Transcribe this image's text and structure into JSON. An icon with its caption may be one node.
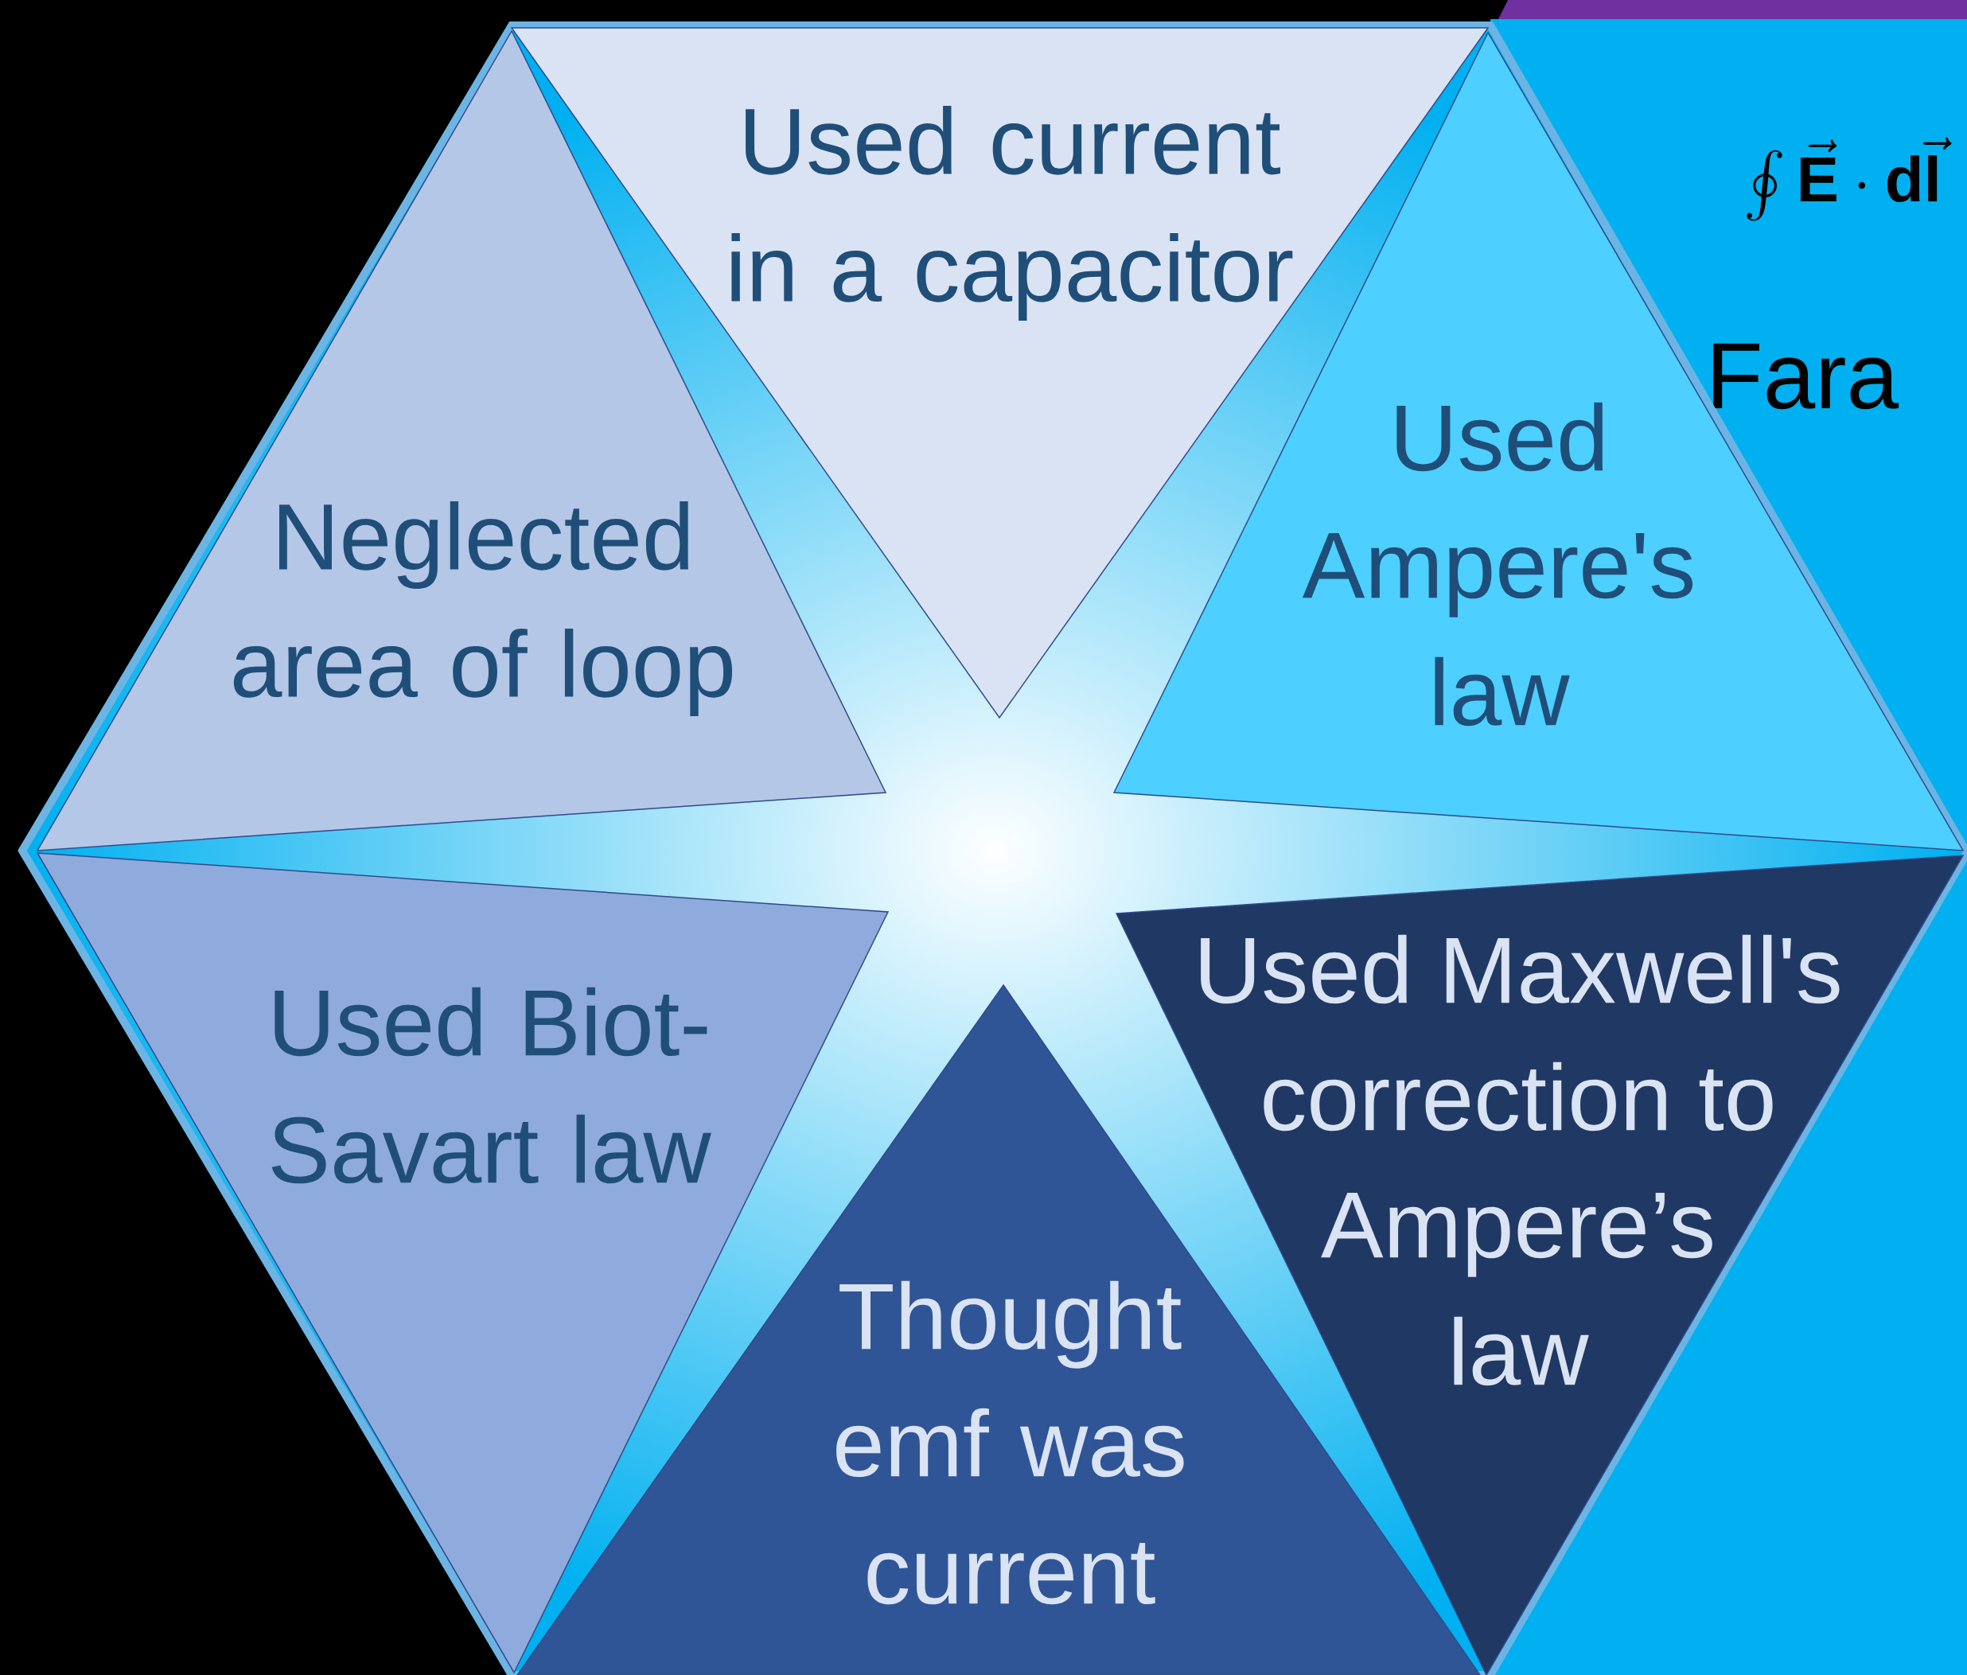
{
  "diagram": {
    "nodes": [
      {
        "text": [
          "Used current in a capacitor"
        ]
      },
      {
        "text": [
          "Neglected area of loop"
        ]
      },
      {
        "text": [
          "Used Ampere's law"
        ]
      },
      {
        "text": [
          "Fara"
        ]
      },
      {
        "text": [
          "Used Biot-Savart law"
        ]
      },
      {
        "text": [
          "Used Maxwell's correction to Ampere’s law"
        ]
      },
      {
        "text": [
          "Thought emf was current"
        ]
      }
    ],
    "labels": [
      "\\oint \\vec{\\mathbf{E}}\\cdot \\mathbf{d}\\vec{\\mathbf{l}}"
    ]
  }
}
